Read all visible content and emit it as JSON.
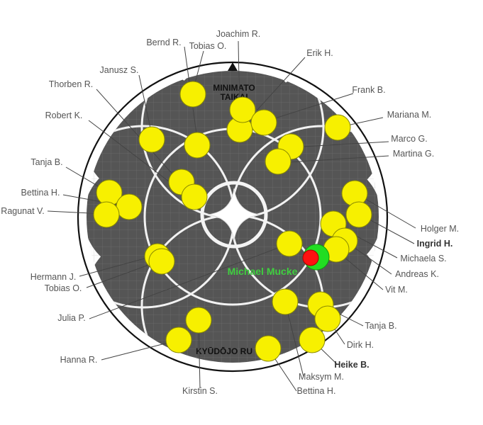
{
  "diagram": {
    "top_title_line1": "MINIMATO",
    "top_title_line2": "TAIKAI",
    "bottom_title": "KYŪDŌJO RU",
    "center_name": "Michael Mucke",
    "colors": {
      "dot_fill": "#f7f000",
      "highlight_outer": "#22dd22",
      "highlight_inner": "#ff1111",
      "target_dark": "#555555",
      "center_label": "#3fcf3f"
    },
    "participants": [
      {
        "name": "Joachim R.",
        "bold": false
      },
      {
        "name": "Bernd R.",
        "bold": false
      },
      {
        "name": "Tobias O.",
        "bold": false
      },
      {
        "name": "Erik H.",
        "bold": false
      },
      {
        "name": "Janusz S.",
        "bold": false
      },
      {
        "name": "Frank B.",
        "bold": false
      },
      {
        "name": "Thorben R.",
        "bold": false
      },
      {
        "name": "Mariana M.",
        "bold": false
      },
      {
        "name": "Robert K.",
        "bold": false
      },
      {
        "name": "Marco G.",
        "bold": false
      },
      {
        "name": "Martina G.",
        "bold": false
      },
      {
        "name": "Tanja B.",
        "bold": false
      },
      {
        "name": "Bettina H.",
        "bold": false
      },
      {
        "name": "Ragunat V.",
        "bold": false
      },
      {
        "name": "Holger M.",
        "bold": false
      },
      {
        "name": "Ingrid H.",
        "bold": true
      },
      {
        "name": "Michaela S.",
        "bold": false
      },
      {
        "name": "Andreas K.",
        "bold": false
      },
      {
        "name": "Vit M.",
        "bold": false
      },
      {
        "name": "Hermann J.",
        "bold": false
      },
      {
        "name": "Tobias O.",
        "bold": false
      },
      {
        "name": "Julia P.",
        "bold": false
      },
      {
        "name": "Tanja B.",
        "bold": false
      },
      {
        "name": "Dirk H.",
        "bold": false
      },
      {
        "name": "Heike B.",
        "bold": true
      },
      {
        "name": "Hanna R.",
        "bold": false
      },
      {
        "name": "Maksym M.",
        "bold": false
      },
      {
        "name": "Kirstin S.",
        "bold": false
      },
      {
        "name": "Bettina H.",
        "bold": false
      }
    ]
  }
}
